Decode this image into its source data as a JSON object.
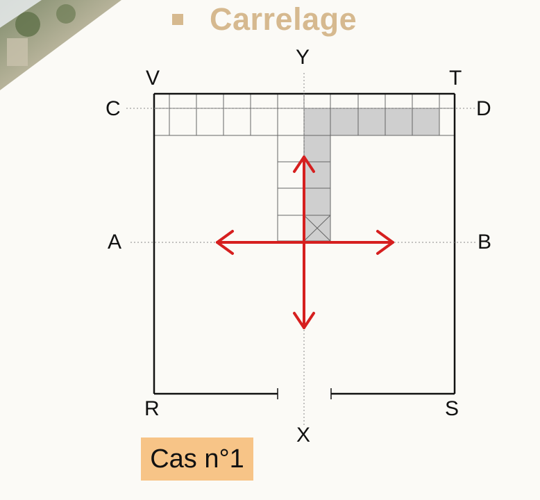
{
  "slide": {
    "title": "Carrelage",
    "case_label": "Cas n°1"
  },
  "points": {
    "Y": "Y",
    "X": "X",
    "A": "A",
    "B": "B",
    "C": "C",
    "D": "D",
    "V": "V",
    "T": "T",
    "R": "R",
    "S": "S"
  },
  "colors": {
    "title": "#d6b98f",
    "arrows": "#d61f1f",
    "tile_fill": "#cfcfcf",
    "case_label_bg": "#f7c487"
  }
}
